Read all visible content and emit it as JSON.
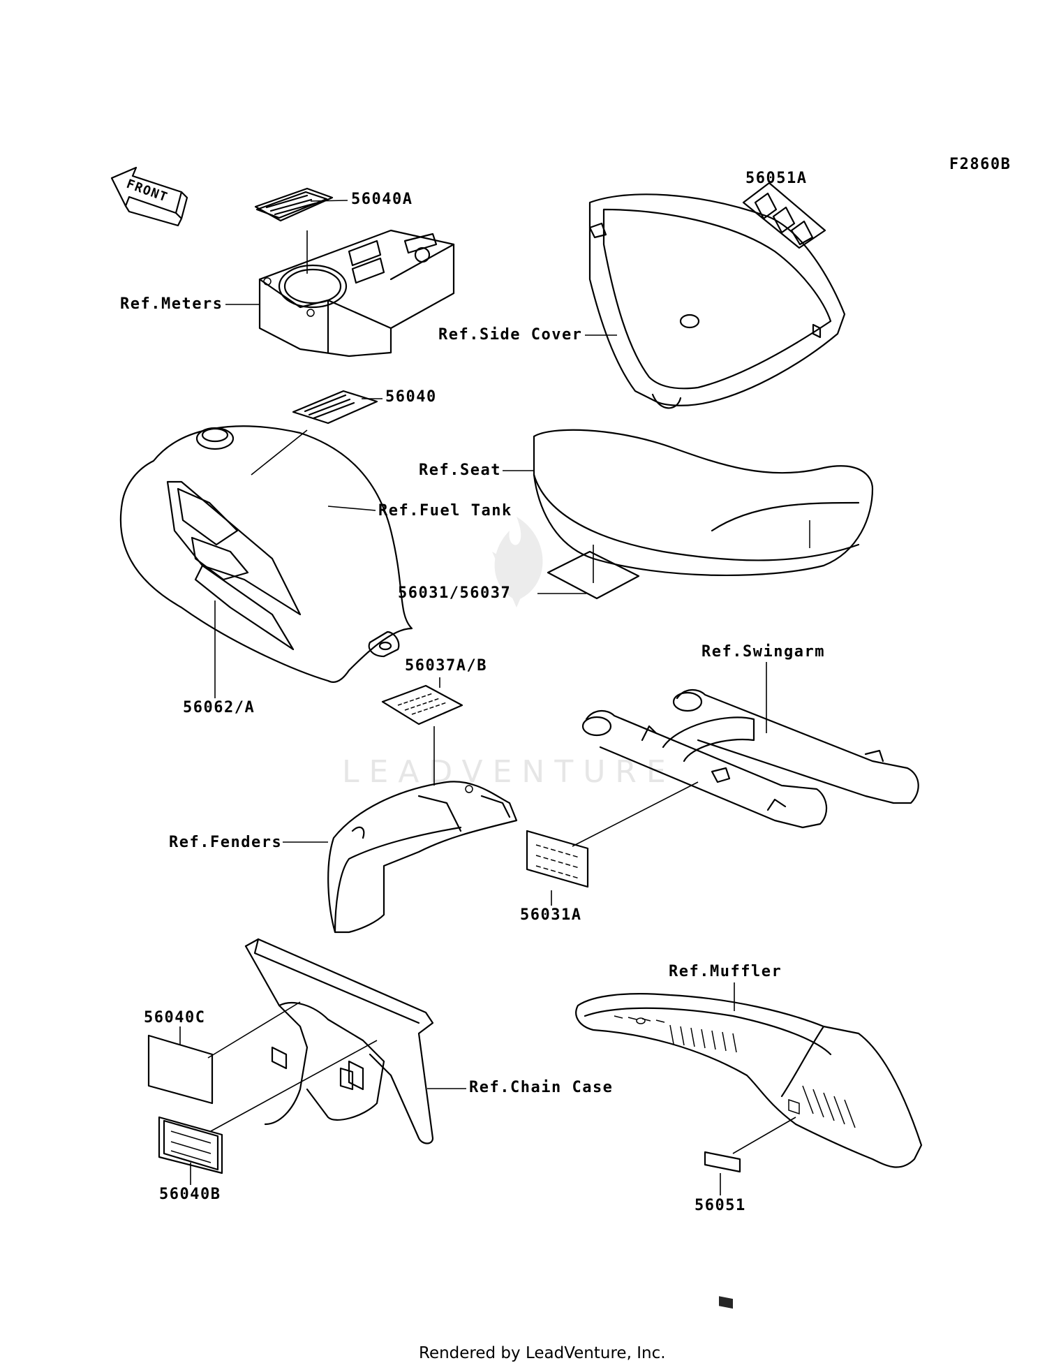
{
  "diagram": {
    "figure_code": "F2860B",
    "front_label": "FRONT",
    "callouts": {
      "c56040A": "56040A",
      "c56051A": "56051A",
      "c56040": "56040",
      "c56031_56037": "56031/56037",
      "c56037AB": "56037A/B",
      "c56062A": "56062/A",
      "c56031A": "56031A",
      "c56040C": "56040C",
      "c56040B": "56040B",
      "c56051": "56051"
    },
    "references": {
      "meters": "Ref.Meters",
      "side_cover": "Ref.Side Cover",
      "seat": "Ref.Seat",
      "fuel_tank": "Ref.Fuel Tank",
      "swingarm": "Ref.Swingarm",
      "fenders": "Ref.Fenders",
      "muffler": "Ref.Muffler",
      "chain_case": "Ref.Chain Case"
    }
  },
  "watermark": "LEADVENTURE",
  "footer": "Rendered by LeadVenture, Inc."
}
